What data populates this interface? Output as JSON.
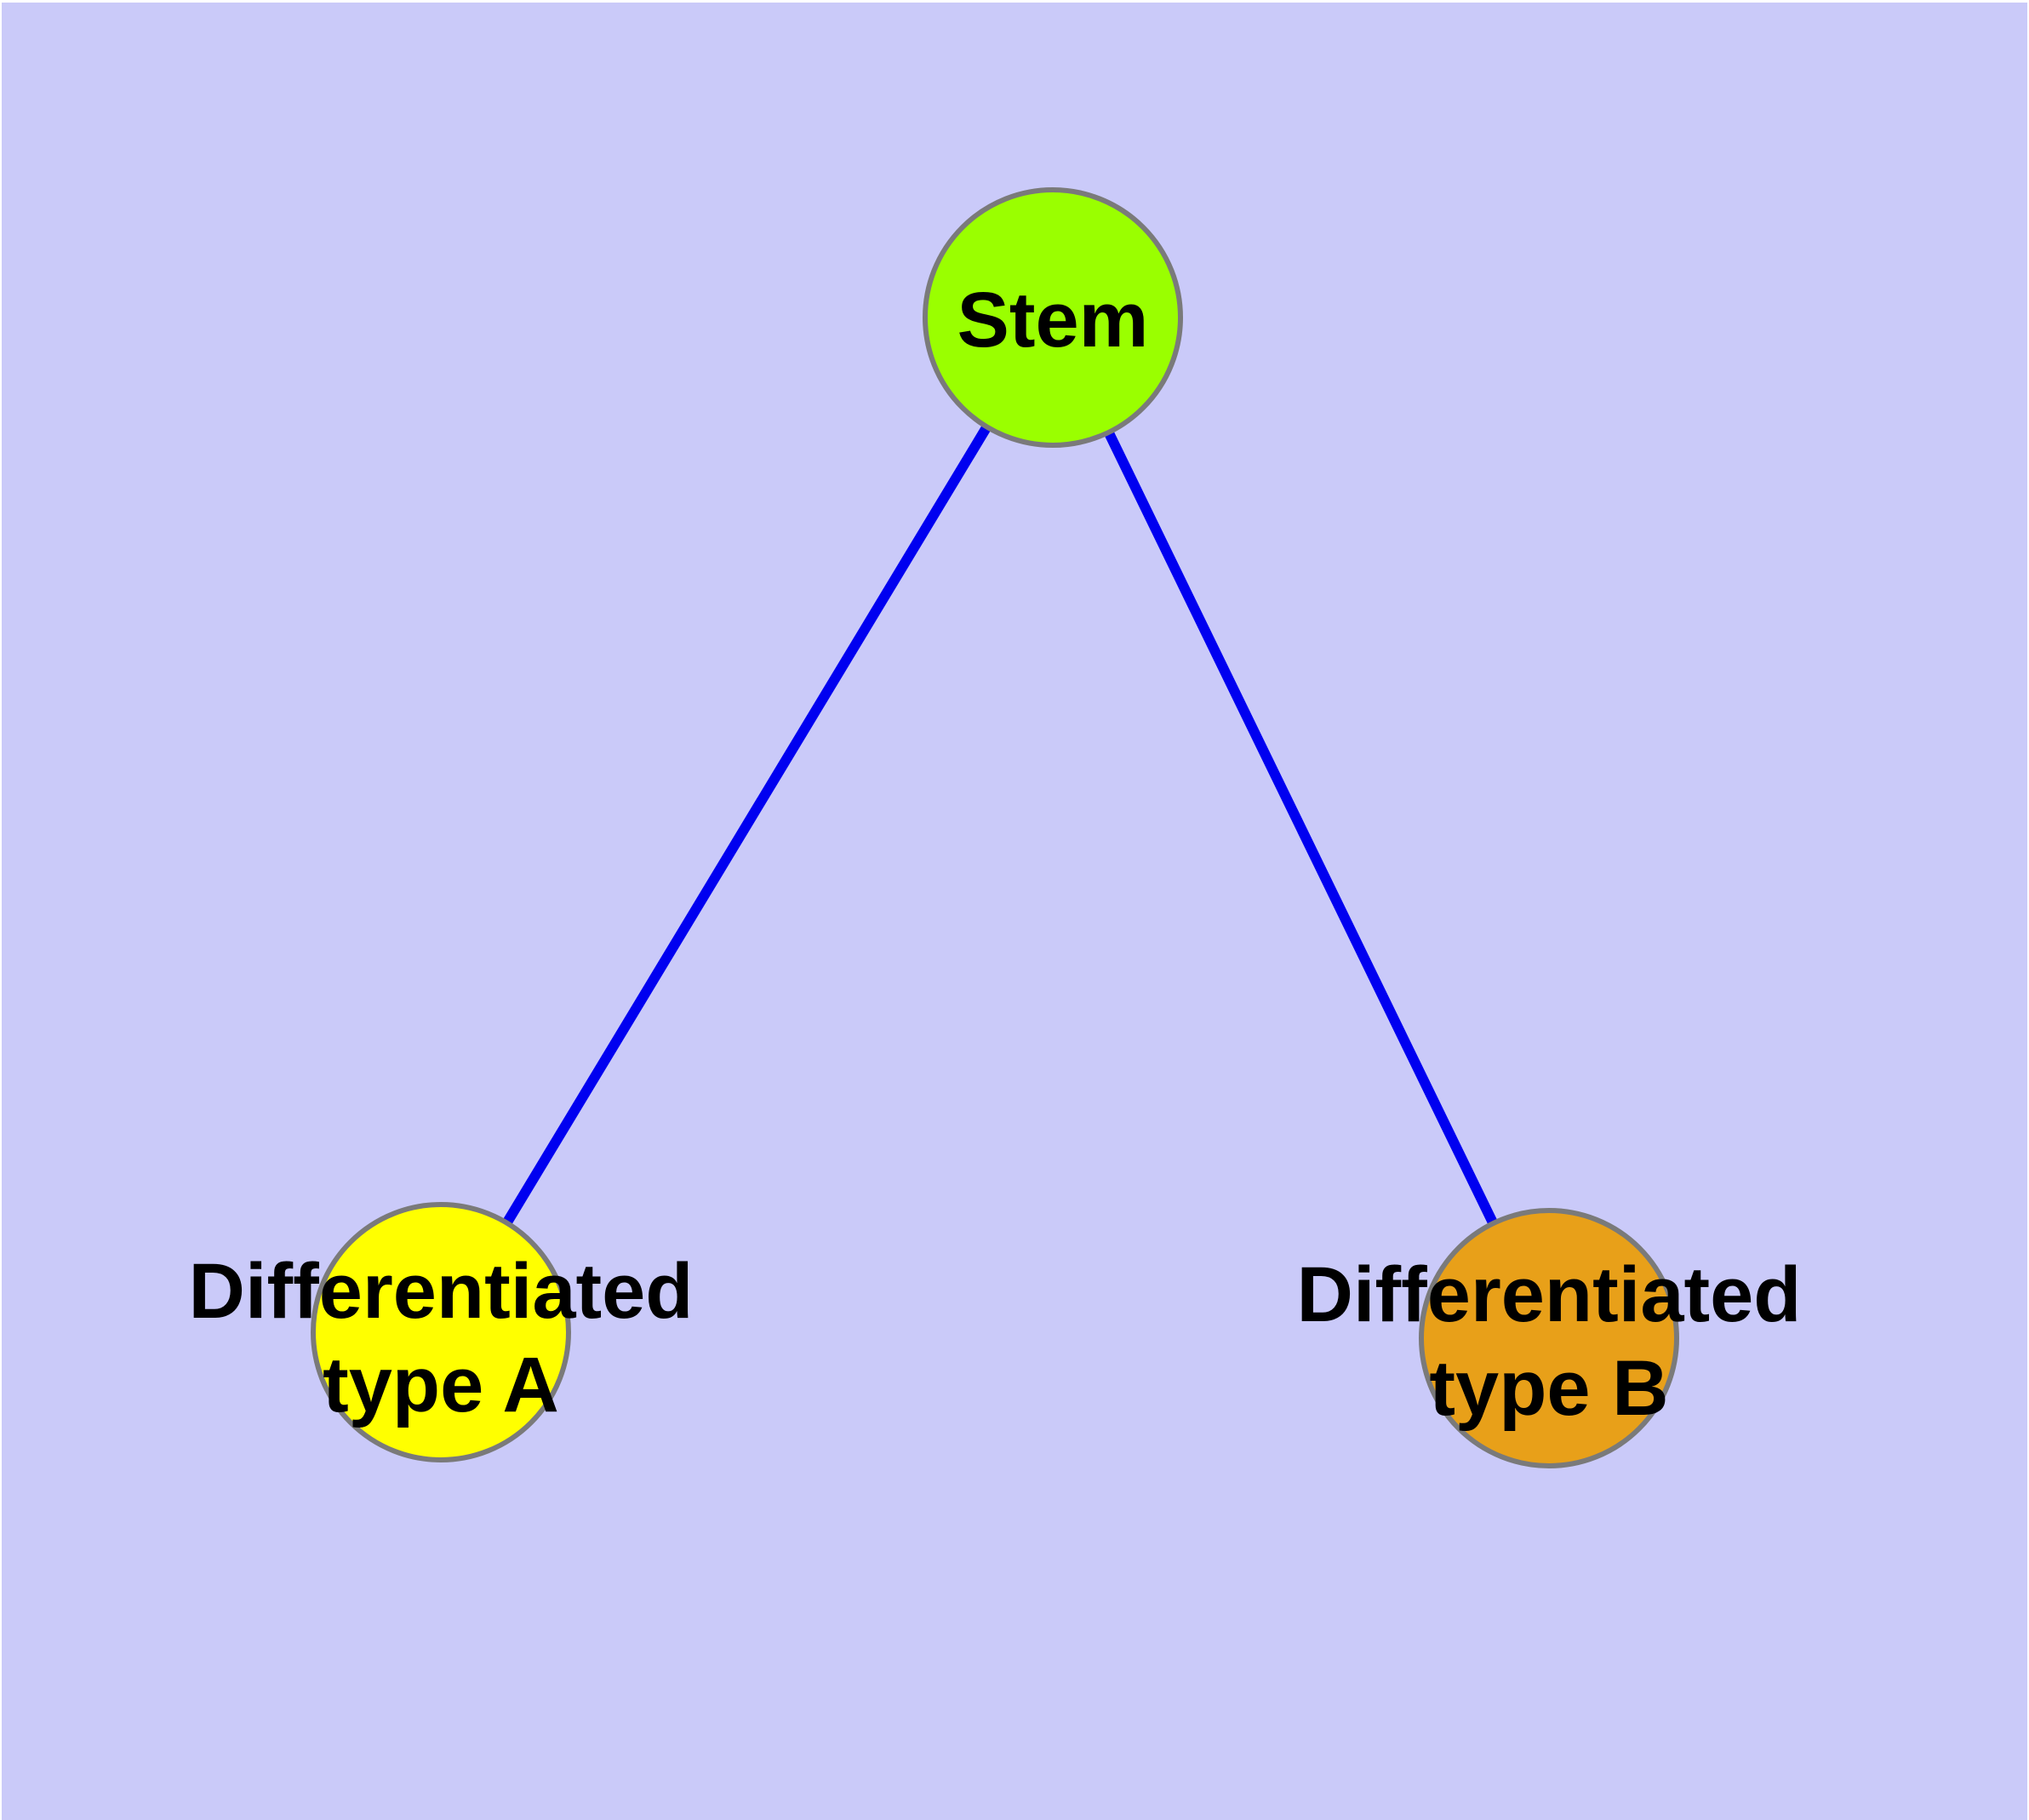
{
  "diagram": {
    "background_color": "#cacaf9",
    "frame_color": "#ffffff",
    "text_color": "#000000",
    "node_border_color": "#7a7a7a",
    "edge_color": "#0000f0",
    "nodes": {
      "stem": {
        "label": "Stem",
        "fill": "#9aff00"
      },
      "type_a": {
        "label": "Differentiated type A",
        "line1": "Differentiated",
        "line2": "type A",
        "fill": "#ffff00"
      },
      "type_b": {
        "label": "Differentiated type B",
        "line1": "Differentiated",
        "line2": "type B",
        "fill": "#e8a019"
      }
    },
    "edges": [
      {
        "from": "Stem",
        "to": "Differentiated type A"
      },
      {
        "from": "Stem",
        "to": "Differentiated type B"
      }
    ]
  }
}
